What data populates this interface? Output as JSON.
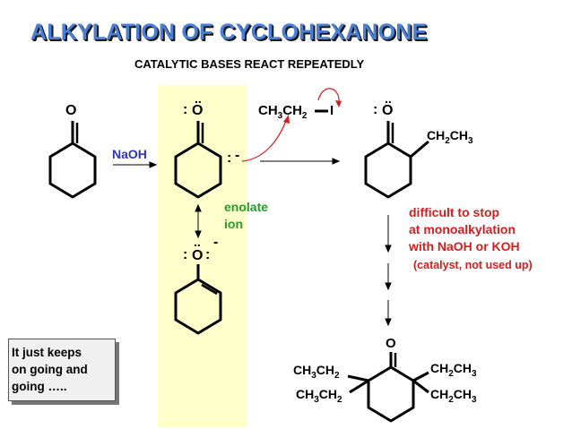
{
  "title": "ALKYLATION OF CYCLOHEXANONE",
  "subtitle": "CATALYTIC BASES REACT REPEATEDLY",
  "reagent_base": "NaOH",
  "alkyl_halide": {
    "part1": "CH",
    "sub1": "3",
    "part2": "CH",
    "sub2": "2",
    "halogen": "I"
  },
  "atom_o": "O",
  "lone_pair": ":",
  "dots": "..",
  "carbanion": ":",
  "minus": "-",
  "product_sub": {
    "a": "CH",
    "s1": "2",
    "b": "CH",
    "s2": "3"
  },
  "enolate_label": {
    "line1": "enolate",
    "line2": "ion"
  },
  "difficulty_note": {
    "line1": "difficult to stop",
    "line2": "at monoalkylation",
    "line3": "with NaOH or KOH",
    "line4": "(catalyst, not used up)"
  },
  "final_subs": {
    "left_top": {
      "a": "CH",
      "s1": "3",
      "b": "CH",
      "s2": "2"
    },
    "left_bottom": {
      "a": "CH",
      "s1": "3",
      "b": "CH",
      "s2": "2"
    },
    "right_top": {
      "a": "CH",
      "s1": "2",
      "b": "CH",
      "s2": "3"
    },
    "right_bottom": {
      "a": "CH",
      "s1": "2",
      "b": "CH",
      "s2": "3"
    }
  },
  "side_note": {
    "line1": "It just keeps",
    "line2": "on going and",
    "line3": "going ….."
  },
  "colors": {
    "title": "#4a7fd6",
    "reagent": "#2b35b8",
    "enolate": "#2a9b2a",
    "warning": "#d11f1f",
    "panel": "#ffffcc"
  }
}
